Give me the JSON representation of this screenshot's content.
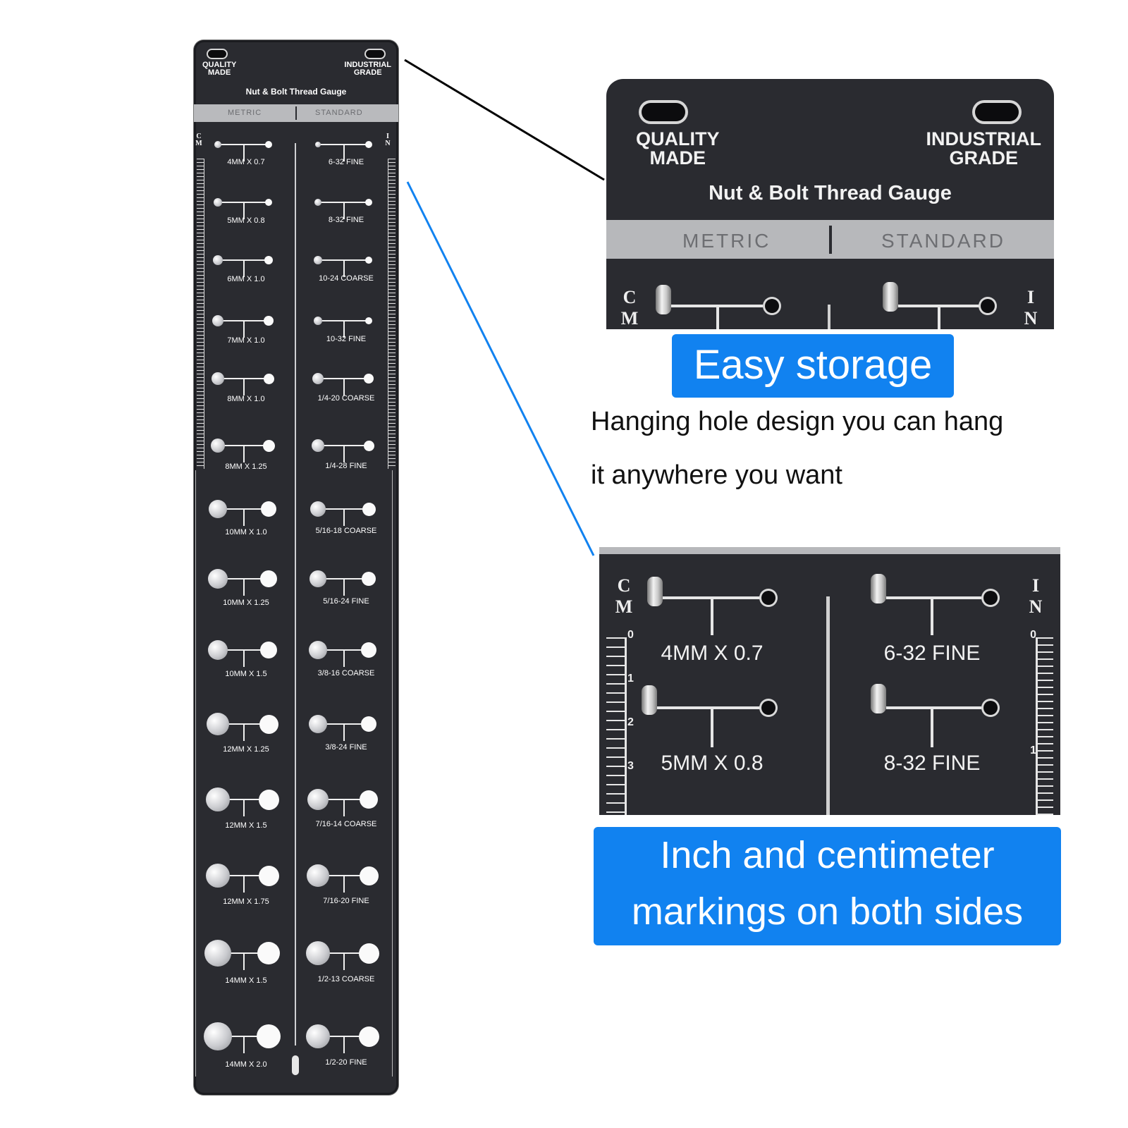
{
  "plate": {
    "left_corner": [
      "QUALITY",
      "MADE"
    ],
    "right_corner": [
      "INDUSTRIAL",
      "GRADE"
    ],
    "title": "Nut & Bolt Thread Gauge",
    "band_left": "METRIC",
    "band_right": "STANDARD",
    "cm_letters": [
      "C",
      "M"
    ],
    "in_letters": [
      "I",
      "N"
    ],
    "metric_items": [
      "4MM X 0.7",
      "5MM X 0.8",
      "6MM X 1.0",
      "7MM X 1.0",
      "8MM X 1.0",
      "8MM X 1.25",
      "10MM X 1.0",
      "10MM X 1.25",
      "10MM X 1.5",
      "12MM X 1.25",
      "12MM X 1.5",
      "12MM X 1.75",
      "14MM X 1.5",
      "14MM X 2.0"
    ],
    "standard_items": [
      "6-32 FINE",
      "8-32 FINE",
      "10-24 COARSE",
      "10-32 FINE",
      "1/4-20 COARSE",
      "1/4-28 FINE",
      "5/16-18 COARSE",
      "5/16-24 FINE",
      "3/8-16 COARSE",
      "3/8-24 FINE",
      "7/16-14 COARSE",
      "7/16-20 FINE",
      "1/2-13 COARSE",
      "1/2-20 FINE"
    ]
  },
  "zoom_top": {
    "left_corner": [
      "QUALITY",
      "MADE"
    ],
    "right_corner": [
      "INDUSTRIAL",
      "GRADE"
    ],
    "title": "Nut & Bolt Thread Gauge",
    "band_left": "METRIC",
    "band_right": "STANDARD",
    "cm_letters": [
      "C",
      "M"
    ],
    "in_letters": [
      "I",
      "N"
    ]
  },
  "callout_storage": {
    "title": "Easy storage",
    "desc_line1": "Hanging hole design you can hang",
    "desc_line2": "it anywhere you want"
  },
  "zoom_bottom": {
    "cm_letters": [
      "C",
      "M"
    ],
    "in_letters": [
      "I",
      "N"
    ],
    "cm_numbers": [
      "0",
      "1",
      "2",
      "3"
    ],
    "in_numbers": [
      "0",
      "1"
    ],
    "labels": [
      "4MM X 0.7",
      "6-32 FINE",
      "5MM X 0.8",
      "8-32 FINE"
    ]
  },
  "callout_markings": {
    "line1": "Inch and centimeter",
    "line2": "markings on both sides"
  },
  "colors": {
    "plate": "#2a2b30",
    "callout_blue": "#1182f0",
    "connector_black": "#000000",
    "connector_blue": "#1182f0"
  }
}
